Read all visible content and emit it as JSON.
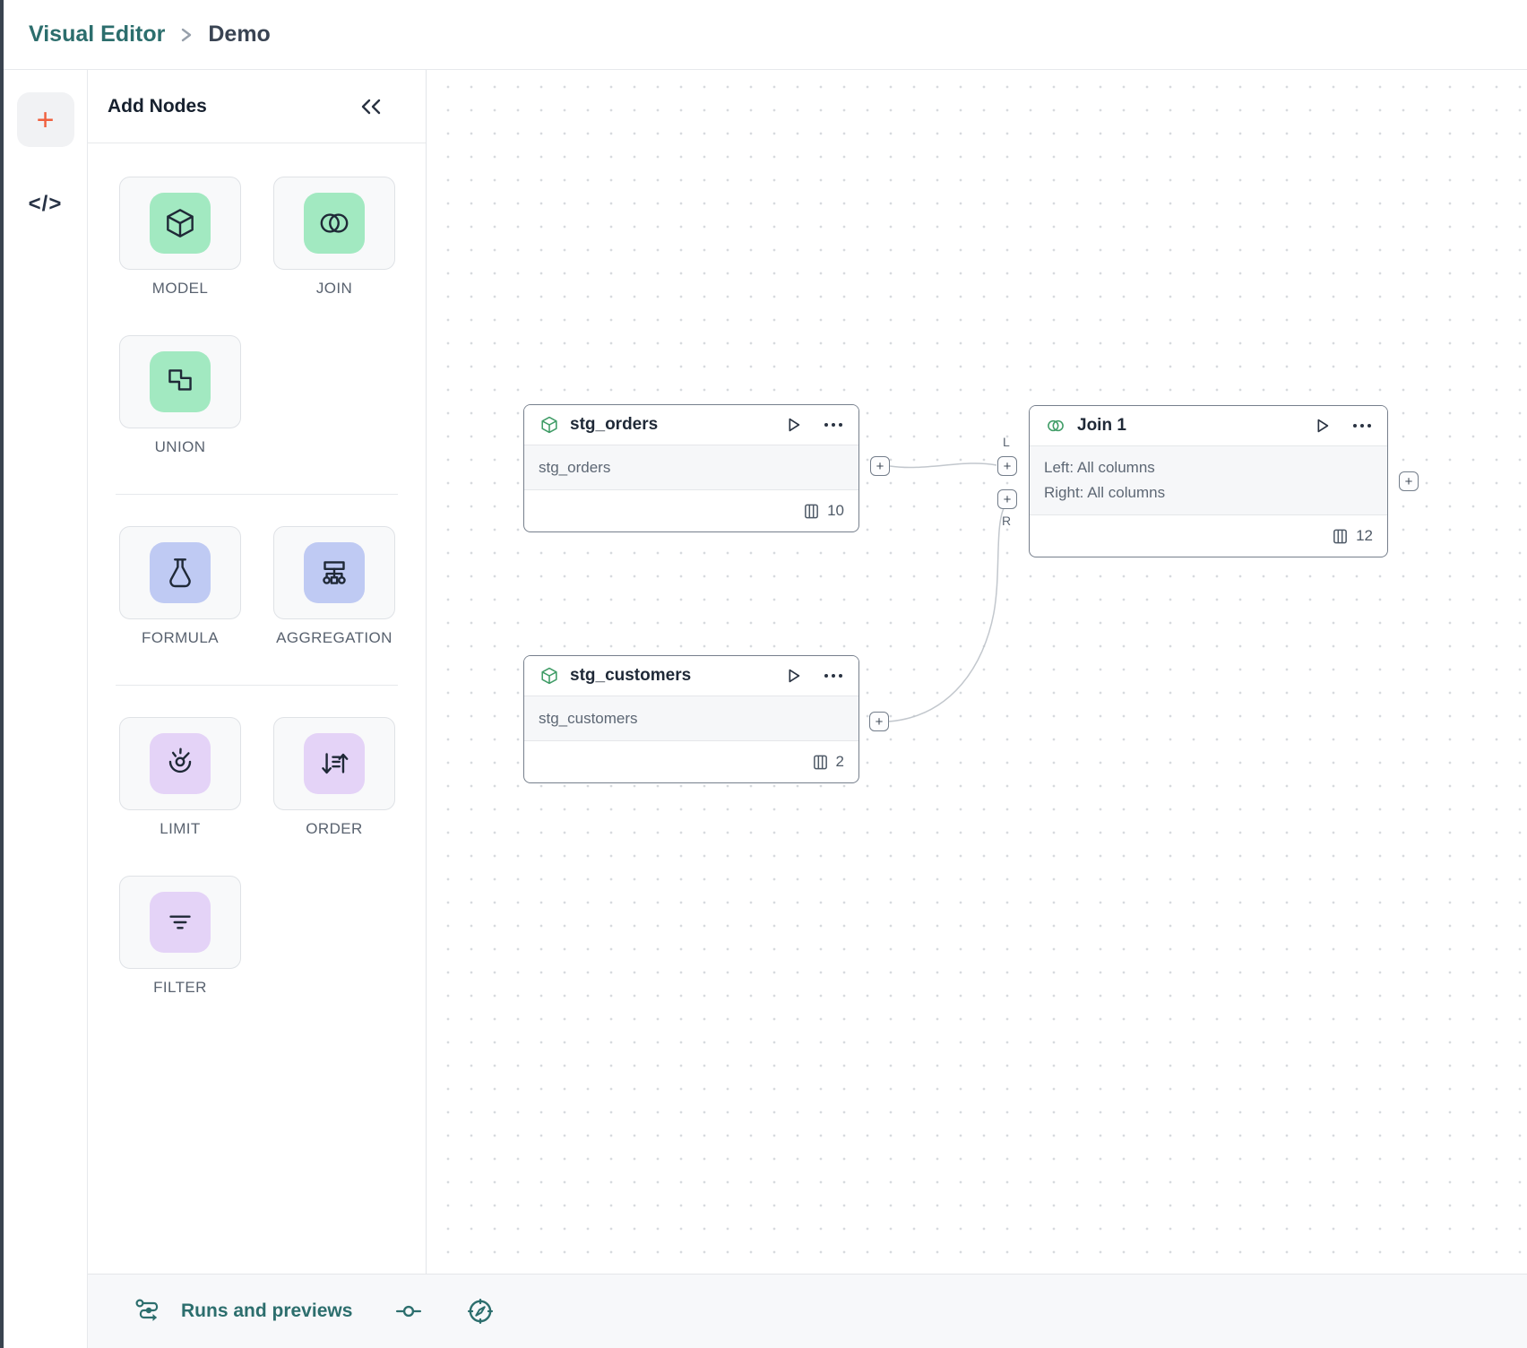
{
  "header": {
    "breadcrumb_root": "Visual Editor",
    "breadcrumb_current": "Demo"
  },
  "rail": {
    "add_label": "+",
    "code_label": "</>"
  },
  "panel": {
    "title": "Add Nodes",
    "tiles": [
      {
        "label": "MODEL",
        "icon": "cube-icon",
        "tint": "green"
      },
      {
        "label": "JOIN",
        "icon": "join-icon",
        "tint": "green"
      },
      {
        "label": "UNION",
        "icon": "union-icon",
        "tint": "green"
      },
      {
        "label": "FORMULA",
        "icon": "flask-icon",
        "tint": "blue"
      },
      {
        "label": "AGGREGATION",
        "icon": "aggregation-icon",
        "tint": "blue"
      },
      {
        "label": "LIMIT",
        "icon": "gauge-icon",
        "tint": "purple"
      },
      {
        "label": "ORDER",
        "icon": "sort-icon",
        "tint": "purple"
      },
      {
        "label": "FILTER",
        "icon": "filter-icon",
        "tint": "purple"
      }
    ]
  },
  "canvas": {
    "port_plus": "+",
    "port_labels": {
      "left": "L",
      "right": "R"
    },
    "nodes": [
      {
        "title": "stg_orders",
        "icon": "cube-icon",
        "subtitle": "stg_orders",
        "columns_count": "10"
      },
      {
        "title": "stg_customers",
        "icon": "cube-icon",
        "subtitle": "stg_customers",
        "columns_count": "2"
      },
      {
        "title": "Join 1",
        "icon": "join-icon",
        "lines": [
          "Left: All columns",
          "Right: All columns"
        ],
        "columns_count": "12"
      }
    ]
  },
  "bottombar": {
    "runs_label": "Runs and previews"
  },
  "colors": {
    "brand_teal": "#2c6e6d",
    "accent_orange": "#f0603e",
    "tile_green": "#a2e9c1",
    "tile_blue": "#bfcaf3",
    "tile_purple": "#e4d3f7",
    "node_icon_green": "#3f9c66",
    "node_border": "#767f8c",
    "edge_gray": "#c2c7cd",
    "dark_edge": "#39434f"
  }
}
